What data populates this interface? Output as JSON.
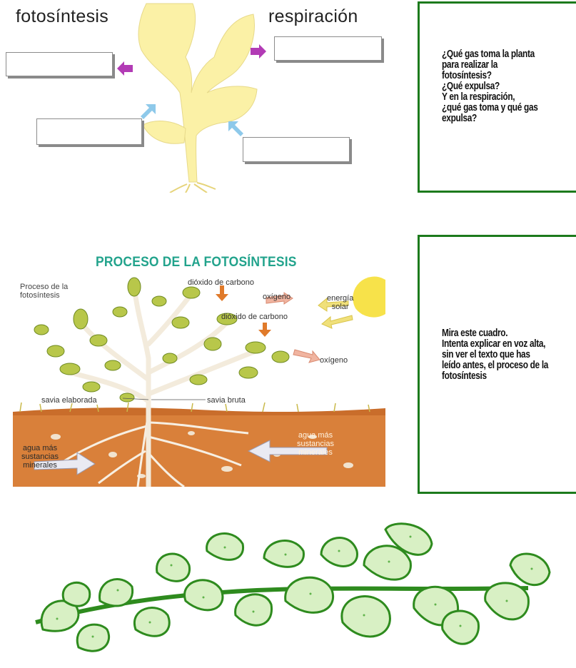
{
  "top": {
    "left_heading": "fotosíntesis",
    "right_heading": "respiración"
  },
  "question_box": {
    "lines": [
      "¿Qué gas toma la planta",
      "para realizar la",
      "fotosíntesis?",
      "¿Qué expulsa?",
      "Y en la respiración,",
      "¿qué gas toma y qué gas",
      "expulsa?"
    ]
  },
  "diagram": {
    "title": "PROCESO DE LA FOTOSÍNTESIS",
    "labels": {
      "proceso_line1": "Proceso de la",
      "proceso_line2": "fotosíntesis",
      "co2_top": "dióxido de carbono",
      "oxygen_top": "oxígeno",
      "energy_line1": "energía",
      "energy_line2": "solar",
      "co2_mid": "dióxido de carbono",
      "oxygen_right": "oxígeno",
      "savia_elaborada": "savia elaborada",
      "savia_bruta": "savia bruta",
      "water_right_1": "agua más",
      "water_right_2": "sustancias",
      "water_right_3": "minerales",
      "water_left_1": "agua más",
      "water_left_2": "sustancias",
      "water_left_3": "minerales"
    }
  },
  "instruction_box": {
    "lines": [
      "Mira este cuadro.",
      "Intenta explicar en voz alta,",
      "sin ver el texto que has",
      "leído antes, el proceso de la",
      "fotosíntesis"
    ]
  },
  "colors": {
    "box_border": "#1c7a1c",
    "title_teal": "#22a38c",
    "leaf_yellow": "#fbf1a6",
    "soil": "#d9803a",
    "vine_green": "#2e8b1e"
  }
}
